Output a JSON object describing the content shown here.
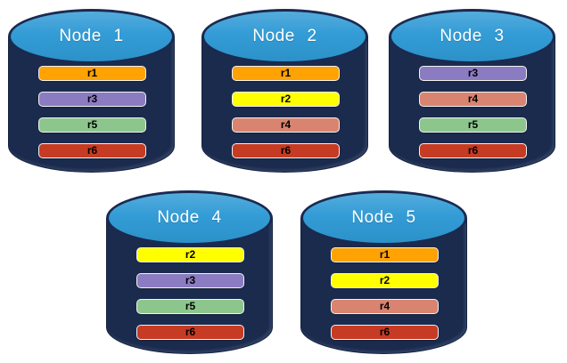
{
  "diagram_title": "",
  "node_style": {
    "body_color": "#1B2B4D",
    "top_color": "#2F9AD5",
    "top_border_color": "#1A2A50",
    "title_color": "#FFFFFF",
    "bar_border_color": "#F2F2F2",
    "bar_text_color": "#000000"
  },
  "replica_colors": {
    "r1": "#FFA203",
    "r2": "#FFFF00",
    "r3": "#8B7CC2",
    "r4": "#D98470",
    "r5": "#8DC68D",
    "r6": "#C63B23"
  },
  "nodes": [
    {
      "title": "Node 1",
      "replicas": [
        "r1",
        "r3",
        "r5",
        "r6"
      ]
    },
    {
      "title": "Node 2",
      "replicas": [
        "r1",
        "r2",
        "r4",
        "r6"
      ]
    },
    {
      "title": "Node 3",
      "replicas": [
        "r3",
        "r4",
        "r5",
        "r6"
      ]
    },
    {
      "title": "Node 4",
      "replicas": [
        "r2",
        "r3",
        "r5",
        "r6"
      ]
    },
    {
      "title": "Node 5",
      "replicas": [
        "r1",
        "r2",
        "r4",
        "r6"
      ]
    }
  ]
}
